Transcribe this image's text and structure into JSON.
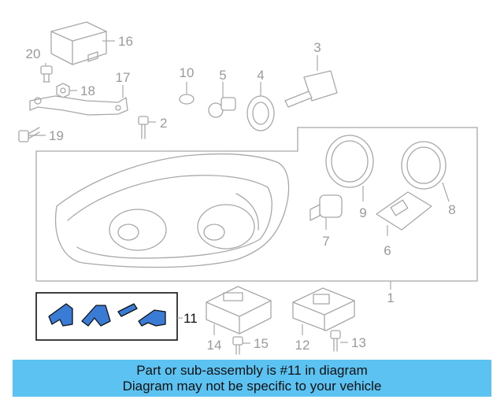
{
  "diagram": {
    "callouts": [
      "1",
      "2",
      "3",
      "4",
      "5",
      "6",
      "7",
      "8",
      "9",
      "10",
      "11",
      "12",
      "13",
      "14",
      "15",
      "16",
      "17",
      "18",
      "19",
      "20"
    ],
    "highlighted_callout": "11",
    "highlight_color": "#3a7bd5"
  },
  "banner": {
    "line1": "Part or sub-assembly is #11 in diagram",
    "line2": "Diagram may not be specific to your vehicle",
    "background": "#5bc2f2"
  }
}
